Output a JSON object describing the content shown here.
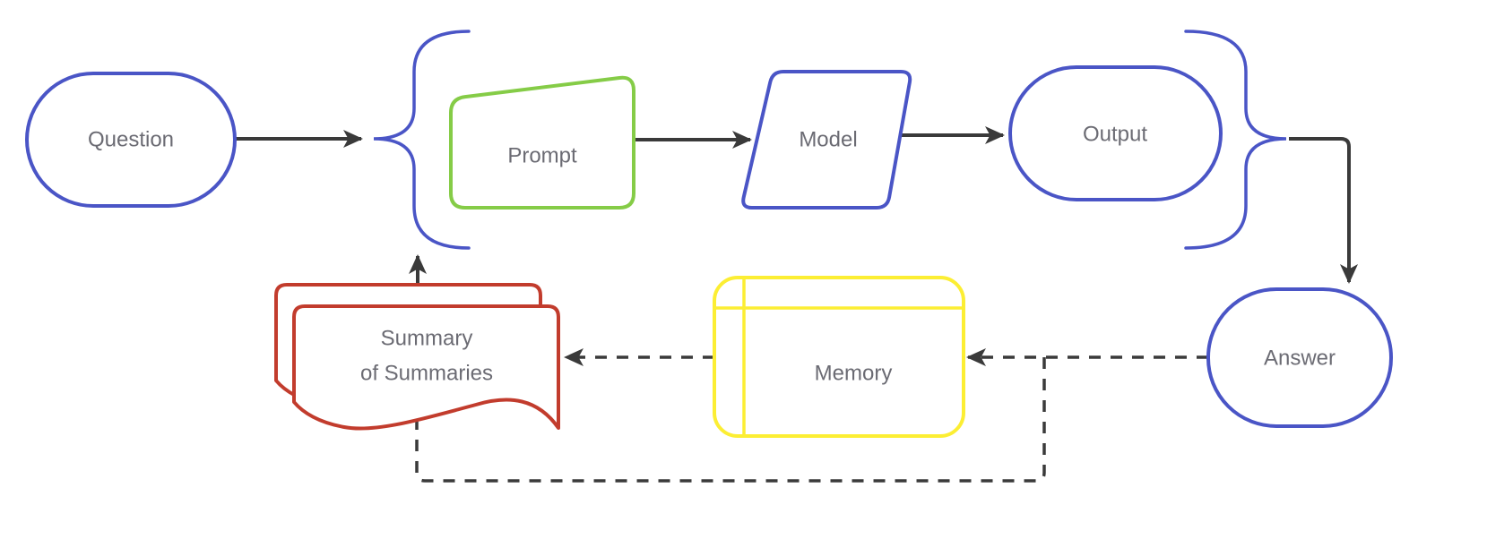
{
  "diagram": {
    "background": "#ffffff",
    "colors": {
      "background": "#ffffff",
      "shape_fill": "#ffffff",
      "blue": "#4a55c6",
      "green": "#85cc47",
      "yellow": "#fcee33",
      "red": "#c23c2d",
      "connector": "#3a3a3a",
      "label": "#6b6b73"
    },
    "nodes": {
      "question": {
        "label": "Question",
        "shape": "stadium",
        "border": "blue"
      },
      "prompt": {
        "label": "Prompt",
        "shape": "card",
        "border": "green"
      },
      "model": {
        "label": "Model",
        "shape": "parallelogram",
        "border": "blue"
      },
      "output": {
        "label": "Output",
        "shape": "stadium",
        "border": "blue"
      },
      "answer": {
        "label": "Answer",
        "shape": "stadium",
        "border": "blue"
      },
      "memory": {
        "label": "Memory",
        "shape": "internal-storage",
        "border": "yellow"
      },
      "summary": {
        "label": "Summary of Summaries",
        "lines": [
          "Summary",
          "of Summaries"
        ],
        "shape": "multi-document",
        "border": "red"
      }
    },
    "groups": {
      "left_brace": "{",
      "right_brace": "}"
    },
    "connectors": [
      {
        "from": "question",
        "to": "brace-group",
        "style": "solid",
        "arrow": true
      },
      {
        "from": "prompt",
        "to": "model",
        "style": "solid",
        "arrow": true
      },
      {
        "from": "model",
        "to": "output",
        "style": "solid",
        "arrow": true
      },
      {
        "from": "brace-group",
        "to": "answer",
        "style": "solid",
        "arrow": true
      },
      {
        "from": "summary",
        "to": "brace-group",
        "style": "solid",
        "arrow": true
      },
      {
        "from": "answer",
        "to": "memory",
        "style": "dashed",
        "arrow": true
      },
      {
        "from": "memory",
        "to": "summary",
        "style": "dashed",
        "arrow": true
      },
      {
        "from": "answer",
        "to": "summary",
        "style": "dashed",
        "arrow": false,
        "route": "bottom-loop"
      }
    ]
  }
}
